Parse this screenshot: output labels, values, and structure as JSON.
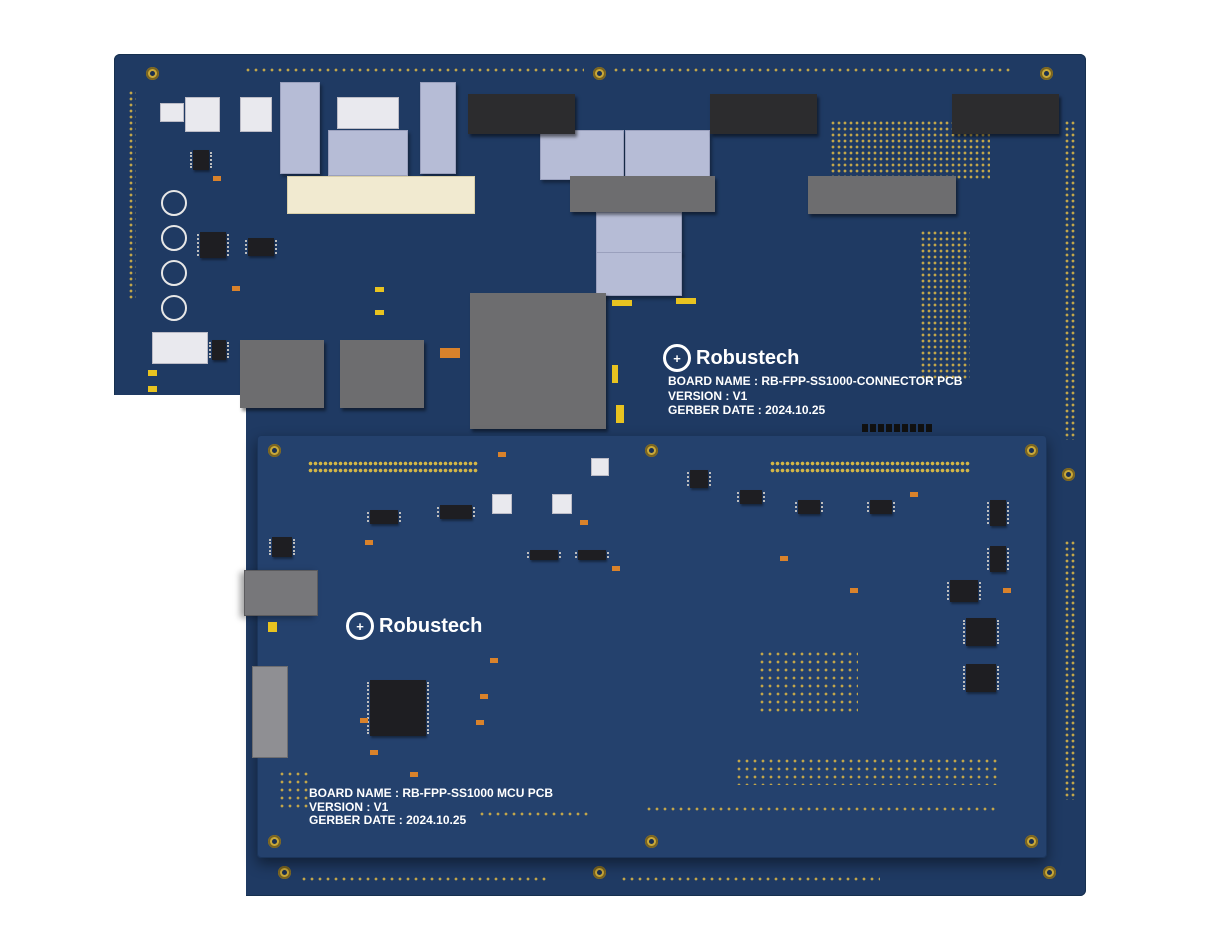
{
  "connector_board": {
    "logo_text": "Robustech",
    "board_name": "BOARD NAME : RB-FPP-SS1000-CONNECTOR PCB",
    "version": "VERSION : V1",
    "gerber_date": "GERBER DATE : 2024.10.25"
  },
  "mcu_board": {
    "logo_text": "Robustech",
    "board_name": "BOARD NAME : RB-FPP-SS1000 MCU PCB",
    "version": "VERSION : V1",
    "gerber_date": "GERBER DATE : 2024.10.25"
  },
  "colors": {
    "pcb_connector": "#1f3a63",
    "pcb_mcu": "#24416d",
    "gold": "#c9a93a",
    "silkscreen": "#ffffff"
  }
}
